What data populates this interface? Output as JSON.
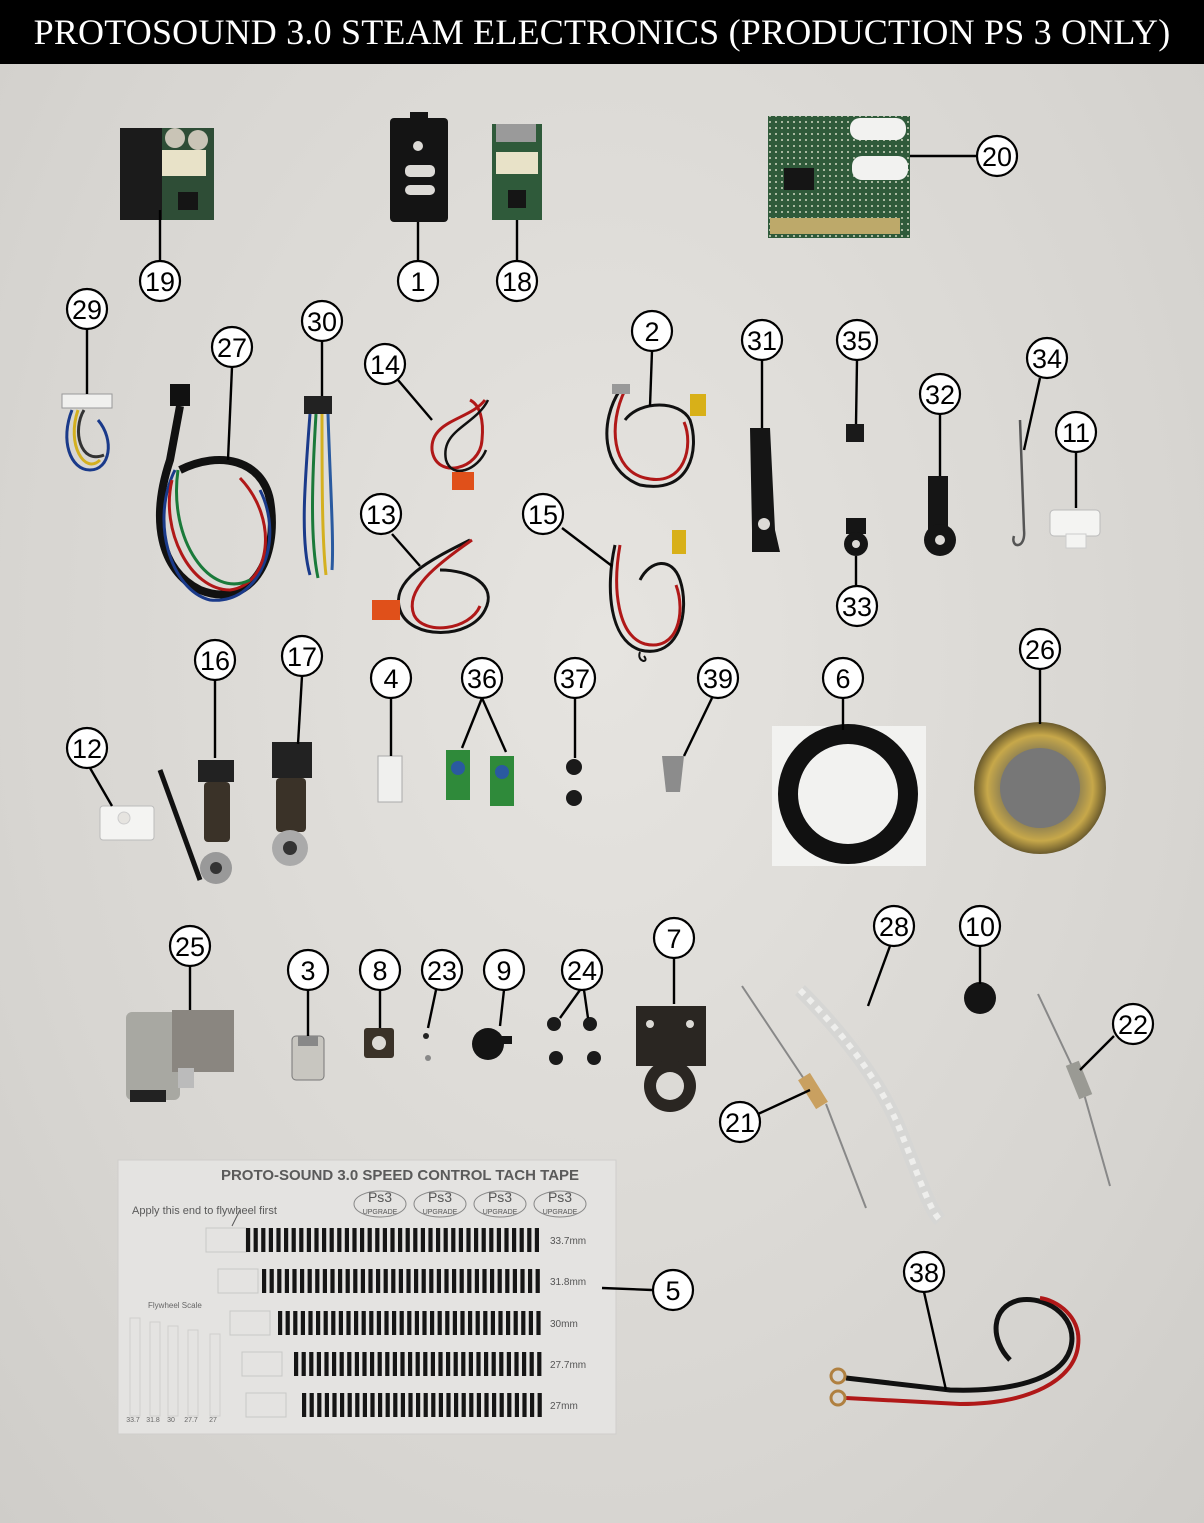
{
  "title": "PROTOSOUND 3.0 STEAM ELECTRONICS (PRODUCTION PS 3 ONLY)",
  "callouts": [
    "19",
    "1",
    "18",
    "20",
    "29",
    "27",
    "30",
    "14",
    "2",
    "31",
    "35",
    "34",
    "32",
    "11",
    "13",
    "15",
    "33",
    "16",
    "17",
    "4",
    "36",
    "37",
    "39",
    "6",
    "26",
    "12",
    "25",
    "3",
    "8",
    "23",
    "9",
    "24",
    "7",
    "28",
    "10",
    "22",
    "21",
    "5",
    "38"
  ],
  "tape": {
    "title": "PROTO-SOUND 3.0 SPEED CONTROL TACH TAPE",
    "instruction": "Apply this end to flywheel first",
    "badge_top": "Ps3",
    "badge_bottom": "UPGRADE",
    "flywheel_scale_label": "Flywheel Scale",
    "rows": [
      "33.7mm",
      "31.8mm",
      "30mm",
      "27.7mm",
      "27mm"
    ],
    "scale_ticks": [
      "33.7",
      "31.8",
      "30",
      "27.7",
      "27"
    ]
  },
  "colors": {
    "title_bg": "#000000",
    "title_fg": "#ffffff",
    "board_bg": "#dcdad6",
    "wire_red": "#b01818",
    "wire_black": "#111111",
    "pcb_green": "#2f5a3a"
  }
}
